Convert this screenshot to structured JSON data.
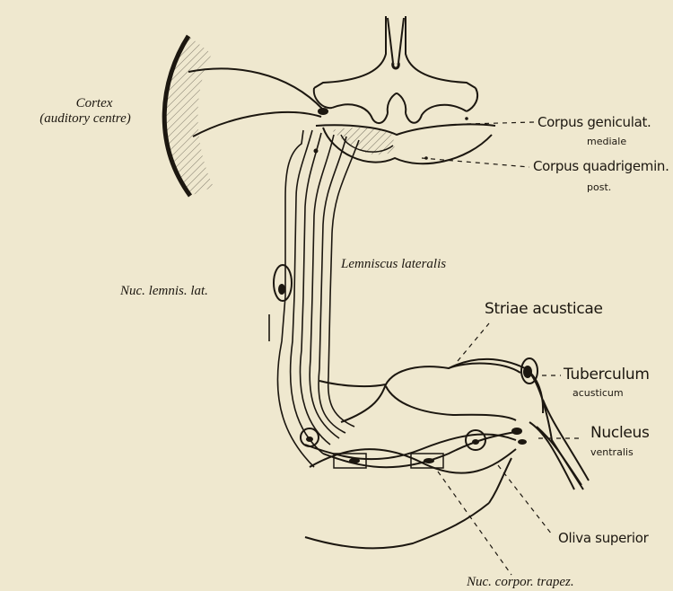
{
  "labels": {
    "cortex": "Cortex",
    "cortex_sub": "(auditory centre)",
    "corpus_geniculat": "Corpus geniculat.",
    "corpus_geniculat_sub": "mediale",
    "corpus_quadrigemin": "Corpus quadrigemin.",
    "corpus_quadrigemin_sub": "post.",
    "lemniscus_lateralis": "Lemniscus lateralis",
    "nuc_lemnis_lat": "Nuc. lemnis. lat.",
    "striae_acusticae": "Striae acusticae",
    "tuberculum": "Tuberculum",
    "tuberculum_sub": "acusticum",
    "nucleus": "Nucleus",
    "nucleus_sub": "ventralis",
    "oliva_superior": "Oliva superior",
    "nuc_corpor_trapez": "Nuc. corpor. trapez."
  },
  "colors": {
    "background": "#efe8cf",
    "ink": "#1c1710"
  }
}
